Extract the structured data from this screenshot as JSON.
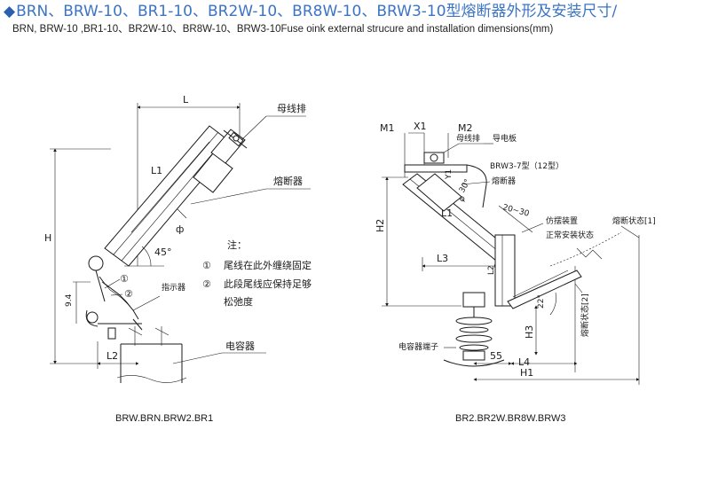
{
  "header": {
    "title": "BRN、BRW-10、BR1-10、BR2W-10、BR8W-10、BRW3-10型熔断器外形及安装尺寸/",
    "subtitle": "BRN, BRW-10 ,BR1-10、BR2W-10、BR8W-10、BRW3-10Fuse oink external strucure and installation dimensions(mm)"
  },
  "left_diagram": {
    "dim_L": "L",
    "dim_L1": "L1",
    "dim_H": "H",
    "dim_L2": "L2",
    "dim_94": "9.4",
    "angle": "45°",
    "phi": "ф",
    "callout_busbar": "母线排",
    "callout_fuse": "熔断器",
    "callout_indicator": "指示器",
    "callout_capacitor": "电容器",
    "marker_1": "①",
    "marker_2": "②",
    "note_title": "注：",
    "note_1_marker": "①",
    "note_1": "尾线在此外缠绕固定",
    "note_2_marker": "②",
    "note_2_line1": "此段尾线应保持足够",
    "note_2_line2": "松弛度",
    "caption": "BRW.BRN.BRW2.BR1"
  },
  "right_diagram": {
    "M1": "M1",
    "X1": "X1",
    "M2": "M2",
    "callout_busbar": "母线排",
    "callout_conductor": "导电板",
    "Y1": "Y1",
    "model_label": "BRW3-7型（12型）",
    "callout_fuse": "熔断器",
    "angle_30": "30°",
    "phi": "φ",
    "L1": "L1",
    "dim_20_30": "20~30",
    "H2": "H2",
    "callout_swing": "仿摆装置",
    "callout_normal": "正常安装状态",
    "callout_blown_1": "熔断状态[1]",
    "L3": "L3",
    "L2": "L2",
    "angle_22": "22°",
    "callout_blown_2": "熔断状态[2]",
    "H3": "H3",
    "callout_terminal": "电容器端子",
    "dim_55": "55",
    "L4": "L4",
    "H1": "H1",
    "caption": "BR2.BR2W.BR8W.BRW3"
  }
}
